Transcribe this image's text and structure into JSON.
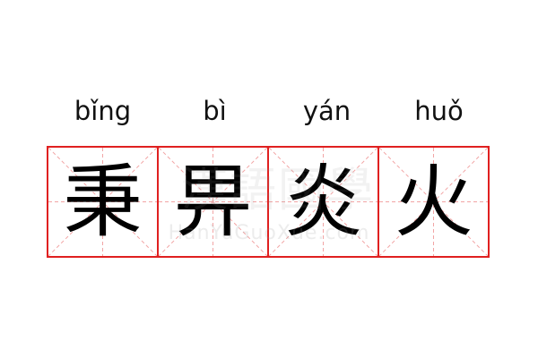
{
  "pinyin": [
    "bǐng",
    "bì",
    "yán",
    "huǒ"
  ],
  "characters": [
    "秉",
    "畀",
    "炎",
    "火"
  ],
  "watermark": {
    "characters": "漢語國學",
    "latin": "HanYuGuoXue.com"
  },
  "colors": {
    "grid_border": "#e02020",
    "guide_lines": "#f2a5a5",
    "text": "#000000"
  }
}
